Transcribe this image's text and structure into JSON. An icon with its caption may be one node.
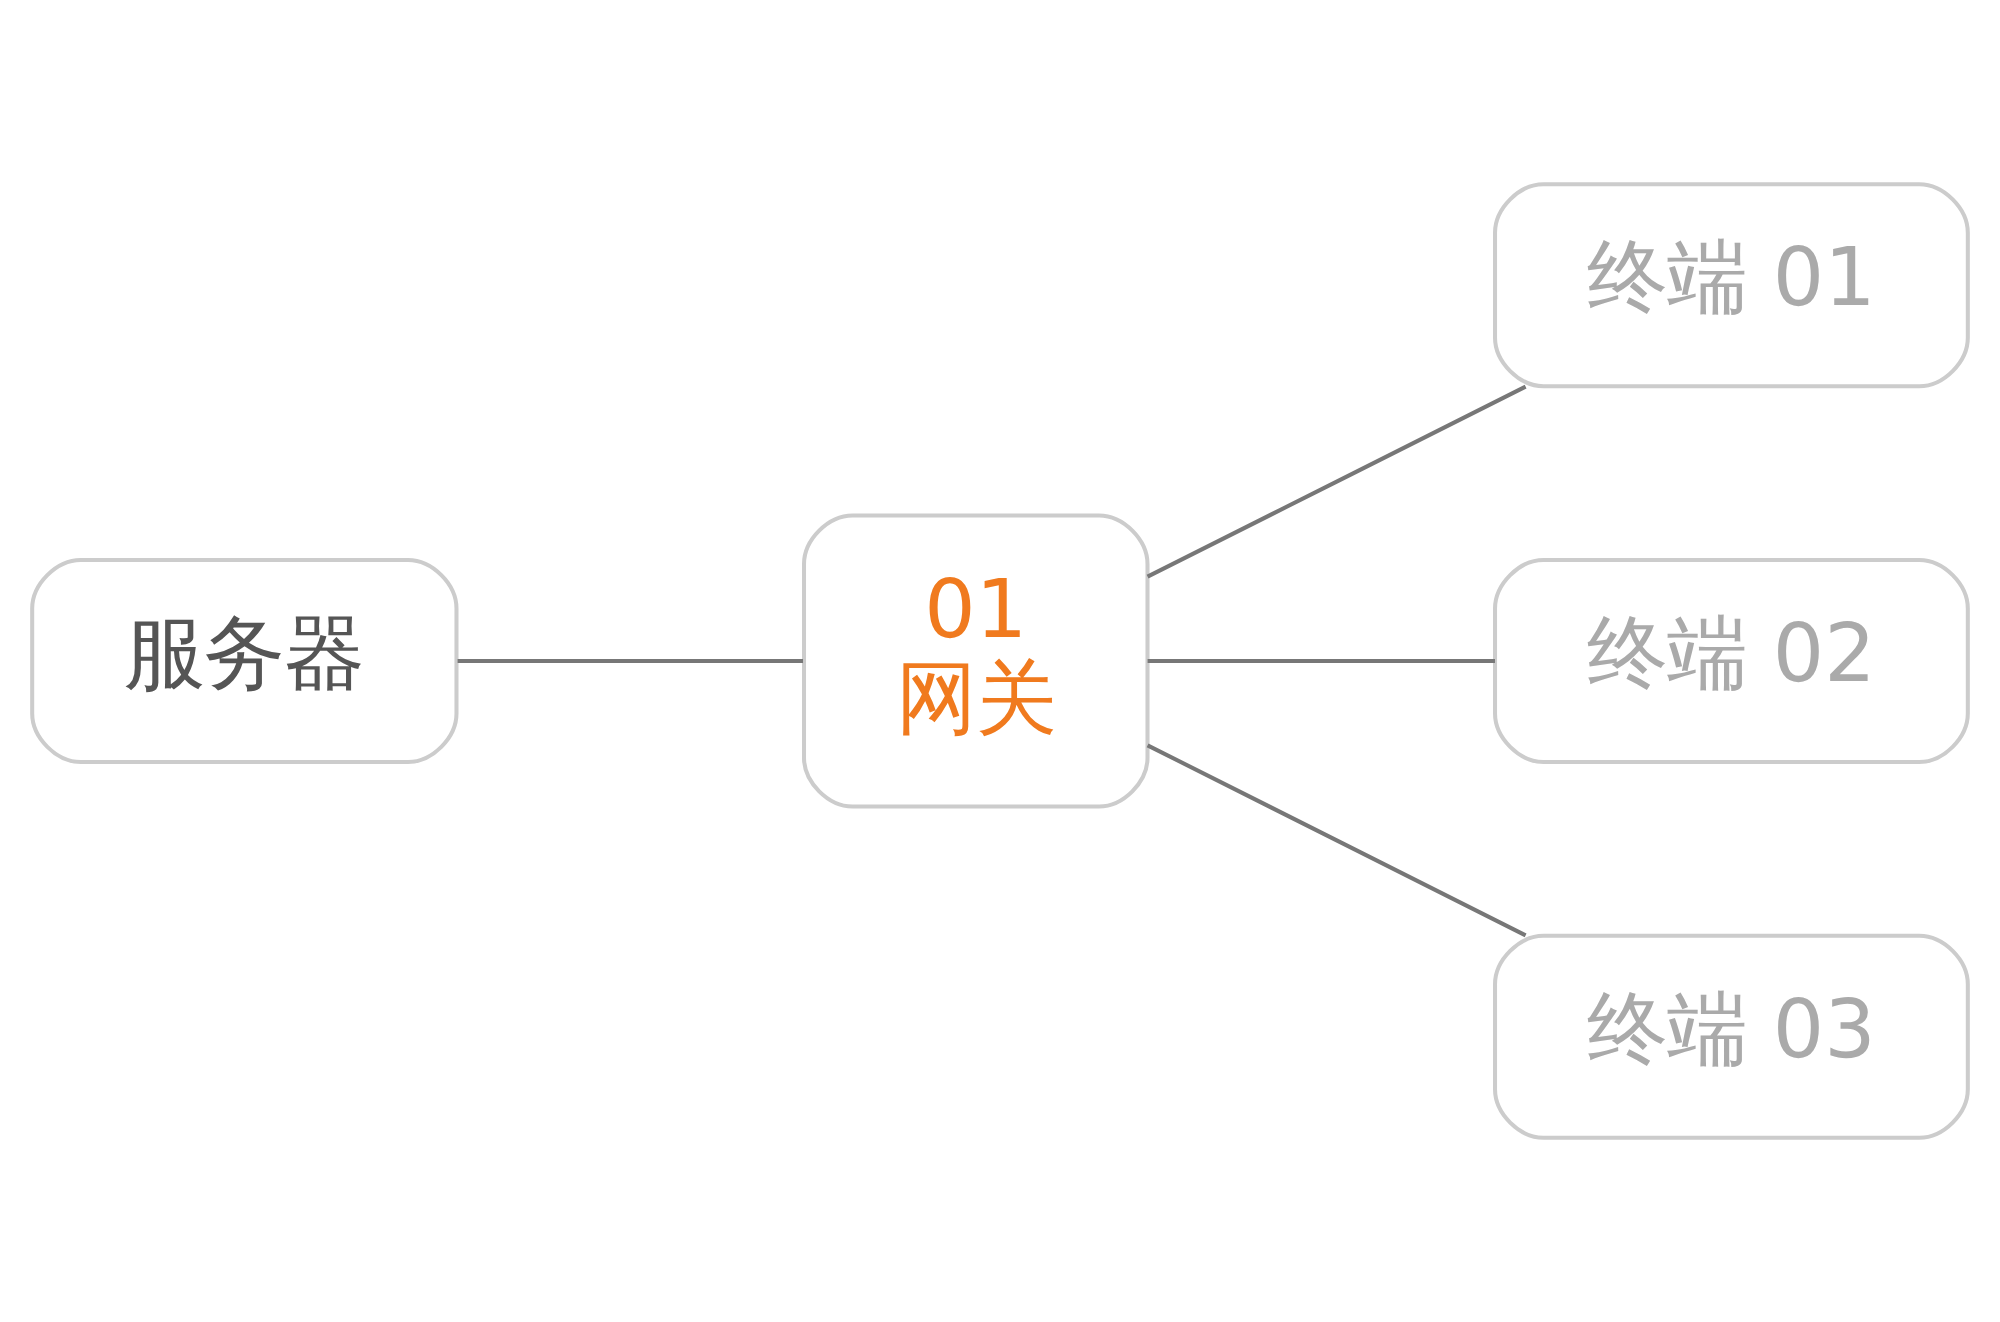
{
  "diagram": {
    "nodes": [
      {
        "text": [
          "服务器"
        ]
      },
      {
        "text": [
          "01",
          "网关"
        ]
      },
      {
        "text": [
          "终端 01"
        ]
      },
      {
        "text": [
          "终端 02"
        ]
      },
      {
        "text": [
          "终端 03"
        ]
      }
    ],
    "edges": [
      {
        "from": 0,
        "to": 1,
        "arrow": "none"
      },
      {
        "from": 1,
        "to": 2,
        "arrow": "none"
      },
      {
        "from": 1,
        "to": 3,
        "arrow": "none"
      },
      {
        "from": 1,
        "to": 4,
        "arrow": "none"
      }
    ]
  }
}
